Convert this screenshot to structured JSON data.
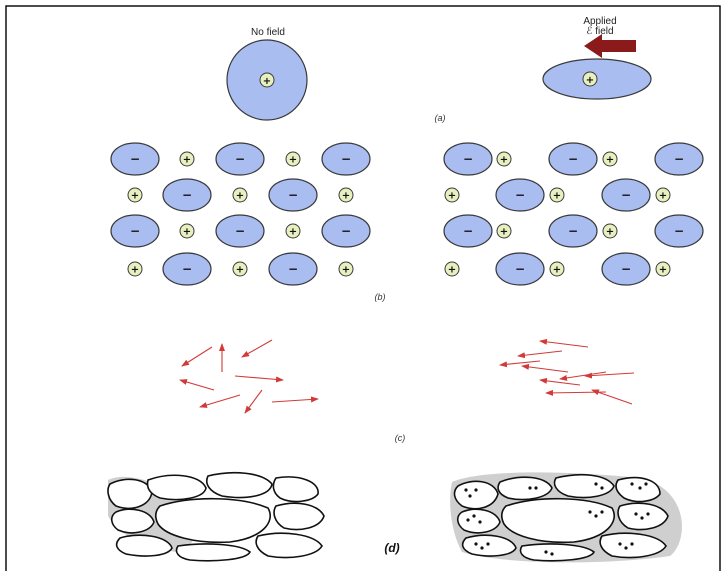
{
  "panel_a": {
    "left_label": "No field",
    "right_label_line1": "Applied",
    "right_label_line2": "ℰ field",
    "caption": "(a)"
  },
  "panel_b": {
    "caption": "(b)"
  },
  "panel_c": {
    "caption": "(c)"
  },
  "panel_d": {
    "caption": "(d)"
  },
  "symbols": {
    "negative": "−",
    "positive": "+"
  },
  "colors": {
    "anion_fill": "#a9bdf0",
    "cation_fill": "#e8f0c0",
    "dipole_arrow": "#d23a3a",
    "field_arrow": "#8b1a1a",
    "frame": "#000000"
  }
}
